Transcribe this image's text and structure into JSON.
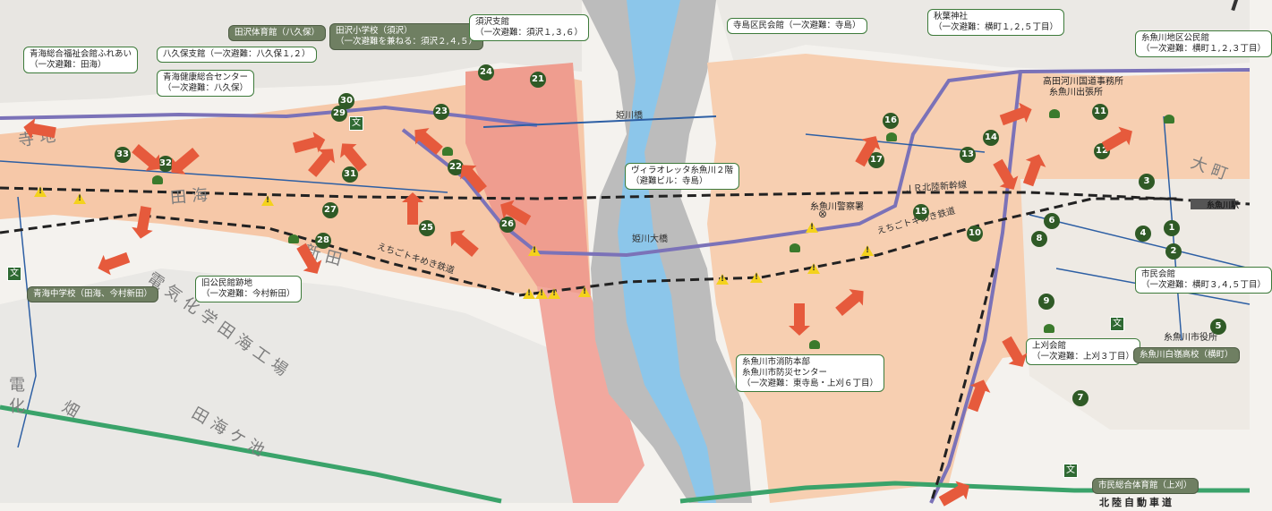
{
  "callouts": [
    {
      "id": "aomi-fukushi",
      "name": "青海総合福祉会館ふれあい",
      "sub": "（一次避難：田海）",
      "dark": false
    },
    {
      "id": "aomi-kenko",
      "name": "青海健康総合センター",
      "sub": "（一次避難：八久保）",
      "dark": false
    },
    {
      "id": "hakubo-shisho",
      "name": "八久保支館（一次避難：八久保１,２）",
      "sub": "",
      "dark": false
    },
    {
      "id": "tazawa-gym",
      "name": "田沢体育館（八久保）",
      "sub": "",
      "dark": true
    },
    {
      "id": "tazawa-school",
      "name": "田沢小学校（須沢）",
      "sub": "（一次避難を兼ねる：須沢２,４,５）",
      "dark": true
    },
    {
      "id": "suzawa-shisho",
      "name": "須沢支館",
      "sub": "（一次避難：須沢１,３,６）",
      "dark": false
    },
    {
      "id": "terashima",
      "name": "寺島区民会館（一次避難：寺島）",
      "sub": "",
      "dark": false
    },
    {
      "id": "akiba",
      "name": "秋葉神社",
      "sub": "（一次避難：横町１,２,５丁目）",
      "dark": false
    },
    {
      "id": "itoigawa-chiku",
      "name": "糸魚川地区公民館",
      "sub": "（一次避難：横町１,２,３丁目）",
      "dark": false
    },
    {
      "id": "viraoretta",
      "name": "ヴィラオレッタ糸魚川２階",
      "sub": "（避難ビル：寺島）",
      "dark": false
    },
    {
      "id": "shimin-kaikan",
      "name": "市民会館",
      "sub": "（一次避難：横町３,４,５丁目）",
      "dark": false
    },
    {
      "id": "aomi-chugaku",
      "name": "青海中学校（田海、今村新田）",
      "sub": "",
      "dark": true
    },
    {
      "id": "kyu-kominkan",
      "name": "旧公民館跡地",
      "sub": "（一次避難：今村新田）",
      "dark": false
    },
    {
      "id": "shobo",
      "name": "糸魚川市消防本部",
      "sub": "糸魚川市防災センター",
      "sub2": "（一次避難：東寺島・上刈６丁目）",
      "dark": false
    },
    {
      "id": "kamikari",
      "name": "上刈会館",
      "sub": "（一次避難：上刈３丁目）",
      "dark": false
    },
    {
      "id": "hakurei",
      "name": "糸魚川白嶺高校（横町）",
      "sub": "",
      "dark": true
    },
    {
      "id": "sogo-gym",
      "name": "市民総合体育館（上刈）",
      "sub": "",
      "dark": true
    }
  ],
  "labels": {
    "hime_bridge": "姫川橋",
    "hime_ohashi": "姫川大橋",
    "jr_shinkansen": "ＪＲ北陸新幹線",
    "echigo_tokimeki_left": "えちごトキめき鉄道",
    "echigo_tokimeki_right": "えちごトキめき鉄道",
    "itoigawa_police": "糸魚川警察署",
    "itoigawa_station": "糸魚川駅",
    "city_hall": "糸魚川市役所",
    "takata_office": "高田河川国道事務所",
    "takata_office_sub": "糸魚川出張所",
    "factory": "電気化学田海工場",
    "tanogaike": "田海ケ池",
    "road_hokuriku": "北陸自動車道",
    "denka": "電化",
    "hatake": "畑",
    "tera": "寺地",
    "ohmachi": "大町",
    "omiya": "田海",
    "kyo": "新田"
  },
  "pins": [
    "1",
    "2",
    "3",
    "4",
    "5",
    "6",
    "7",
    "8",
    "9",
    "10",
    "11",
    "12",
    "13",
    "14",
    "15",
    "16",
    "17",
    "21",
    "22",
    "23",
    "24",
    "25",
    "26",
    "27",
    "28",
    "29",
    "30",
    "31",
    "32",
    "33"
  ]
}
